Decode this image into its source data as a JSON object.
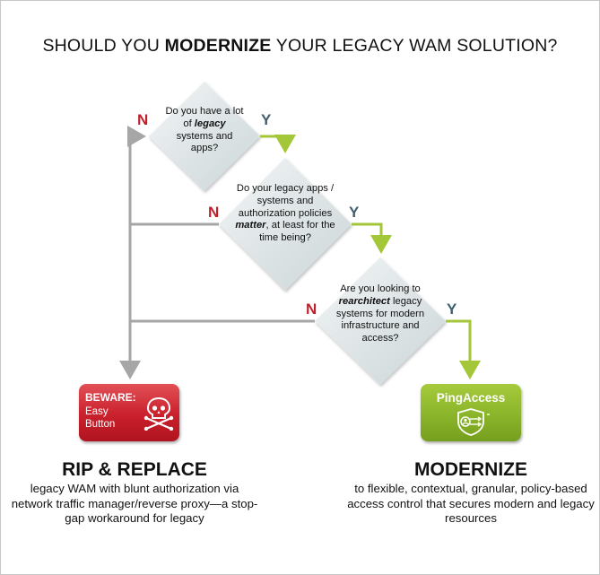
{
  "title": {
    "pre": "SHOULD YOU ",
    "bold": "MODERNIZE",
    "post": " YOUR LEGACY WAM SOLUTION?"
  },
  "questions": [
    {
      "pre": "Do you have a lot of ",
      "bold": "legacy",
      "post": " systems and apps?"
    },
    {
      "pre": "Do your legacy apps / systems and authorization policies ",
      "bold": "matter",
      "post": ", at least for the time being?"
    },
    {
      "pre": "Are you looking to ",
      "bold": "rearchitect",
      "post": " legacy systems for modern infrastructure and access?"
    }
  ],
  "labels": {
    "no": "N",
    "yes": "Y"
  },
  "beware_button": {
    "title": "BEWARE:",
    "text": "Easy Button",
    "icon": "skull-crossbones-icon"
  },
  "ping_button": {
    "title": "PingAccess",
    "icon": "shield-access-icon"
  },
  "left_outcome": {
    "headline": "RIP & REPLACE",
    "description": "legacy WAM with blunt authorization via network traffic manager/reverse proxy—a stop-gap workaround for legacy"
  },
  "right_outcome": {
    "headline": "MODERNIZE",
    "description": "to flexible, contextual, granular, policy-based access control that secures modern and legacy resources"
  },
  "colors": {
    "no_arrow": "#a6a6a6",
    "yes_arrow": "#a4c639",
    "no_label": "#c0202b",
    "yes_label": "#3f5f6e",
    "beware": "#c9202c",
    "ping": "#8ab52a"
  }
}
